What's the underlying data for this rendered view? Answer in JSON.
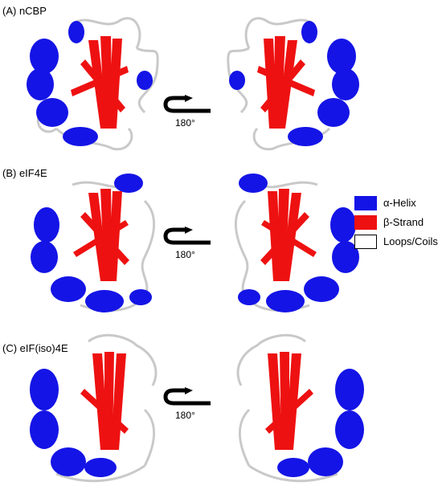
{
  "colors": {
    "helix": "#1414e6",
    "strand": "#ee1111",
    "loop": "#ffffff",
    "loop_stroke": "#c9c9c9",
    "arrow": "#000000"
  },
  "panels": [
    {
      "label": "(A) nCBP",
      "rotation_label": "180°"
    },
    {
      "label": "(B) eIF4E",
      "rotation_label": "180°"
    },
    {
      "label": "(C) eIF(iso)4E",
      "rotation_label": "180°"
    }
  ],
  "legend": [
    {
      "label": "α-Helix",
      "color": "#1414e6"
    },
    {
      "label": "β-Strand",
      "color": "#ee1111"
    },
    {
      "label": "Loops/Coils",
      "color": "#ffffff"
    }
  ]
}
